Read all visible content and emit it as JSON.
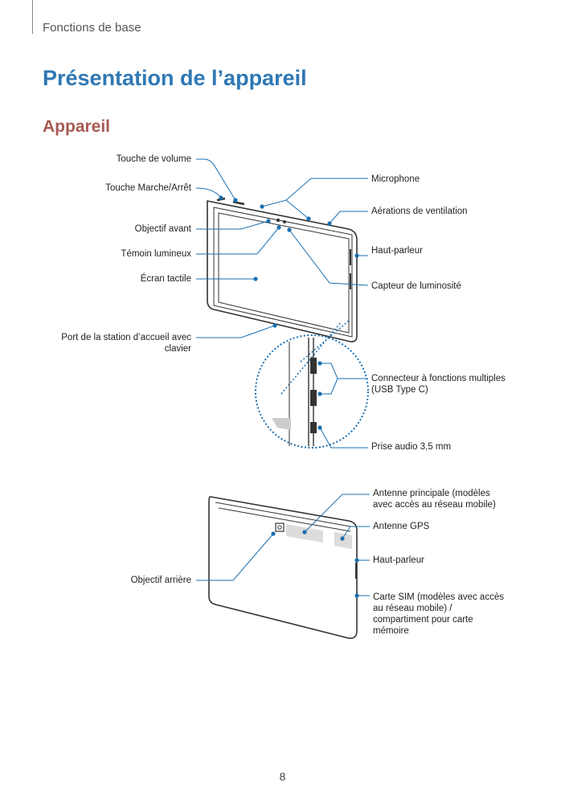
{
  "header": {
    "section": "Fonctions de base"
  },
  "title": "Présentation de l’appareil",
  "subtitle": "Appareil",
  "front_labels": {
    "volume": "Touche de volume",
    "power": "Touche Marche/Arrêt",
    "front_camera": "Objectif avant",
    "indicator": "Témoin lumineux",
    "touchscreen": "Écran tactile",
    "dock_line1": "Port de la station d’accueil avec",
    "dock_line2": "clavier",
    "microphone": "Microphone",
    "vents": "Aérations de ventilation",
    "speaker": "Haut-parleur",
    "light_sensor": "Capteur de luminosité",
    "usb_line1": "Connecteur à fonctions multiples",
    "usb_line2": "(USB Type C)",
    "audio": "Prise audio 3,5 mm"
  },
  "back_labels": {
    "main_antenna_line1": "Antenne principale (modèles",
    "main_antenna_line2": "avec accès au réseau mobile)",
    "gps": "Antenne GPS",
    "speaker": "Haut-parleur",
    "rear_camera": "Objectif arrière",
    "sim_line1": "Carte SIM (modèles avec accès",
    "sim_line2": "au réseau mobile) /",
    "sim_line3": "compartiment pour carte",
    "sim_line4": "mémoire"
  },
  "colors": {
    "title": "#2f78b4",
    "subtitle": "#a65a52",
    "leader": "#1a6fb0",
    "device": "#333333"
  },
  "page_number": "8"
}
